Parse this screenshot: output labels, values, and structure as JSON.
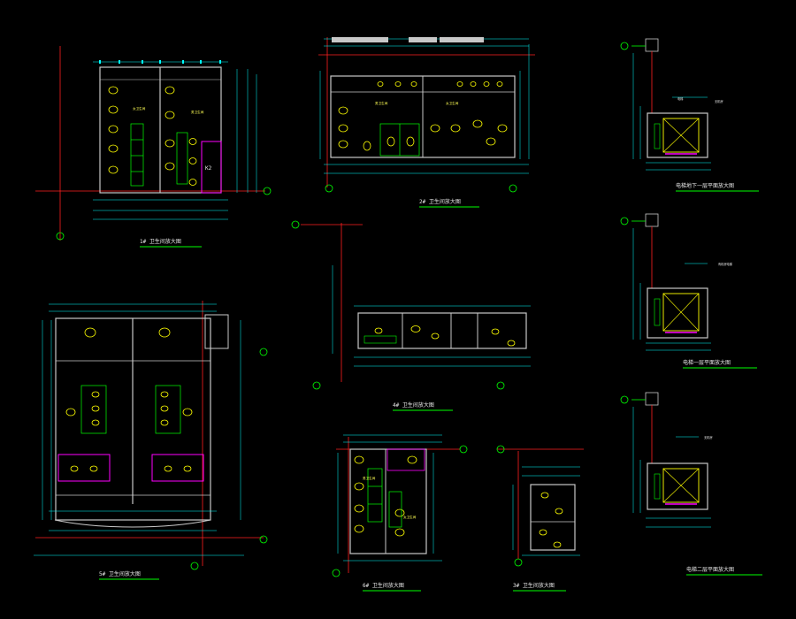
{
  "drawing": {
    "background": "#000000",
    "colors": {
      "wall": "#c8c8c8",
      "dimension": "#00ffff",
      "fixture": "#ffff00",
      "axis": "#ff2020",
      "title_line": "#00ff00",
      "accent": "#ff00ff",
      "grid_bubble": "#00ff00"
    }
  },
  "views": [
    {
      "id": "v1",
      "title": "1# 卫生间放大图",
      "labels": [
        "女卫生间",
        "男卫生间",
        "K2"
      ]
    },
    {
      "id": "v2",
      "title": "2# 卫生间放大图",
      "labels": [
        "男卫生间",
        "女卫生间"
      ]
    },
    {
      "id": "v3",
      "title": "3# 卫生间放大图",
      "labels": []
    },
    {
      "id": "v4",
      "title": "4# 卫生间放大图",
      "labels": []
    },
    {
      "id": "v5",
      "title": "5# 卫生间放大图",
      "labels": []
    },
    {
      "id": "v6",
      "title": "6# 卫生间放大图",
      "labels": [
        "男卫生间",
        "女卫生间"
      ]
    },
    {
      "id": "e1",
      "title": "电梯地下一层平面放大图",
      "labels": [
        "电梯",
        "无机房"
      ]
    },
    {
      "id": "e2",
      "title": "电梯一层平面放大图",
      "labels": [
        "有机房电梯"
      ]
    },
    {
      "id": "e3",
      "title": "电梯二层平面放大图",
      "labels": [
        "无机房"
      ]
    }
  ]
}
